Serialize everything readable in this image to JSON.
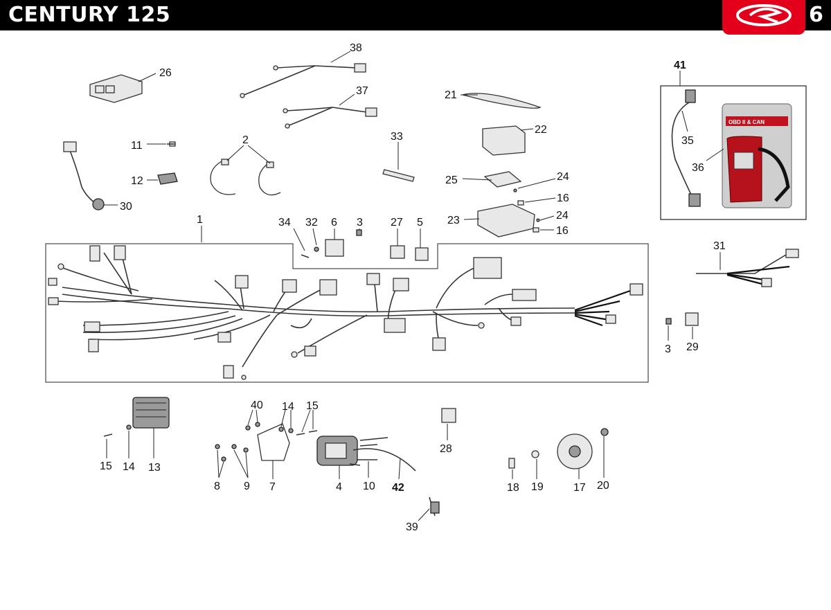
{
  "header": {
    "title": "CENTURY 125",
    "page_number": "6",
    "logo": "brand-logo-r",
    "logo_color": "#e3001b"
  },
  "callouts": {
    "c1": "1",
    "c2": "2",
    "c3a": "3",
    "c3b": "3",
    "c4": "4",
    "c5": "5",
    "c6": "6",
    "c7": "7",
    "c8": "8",
    "c9": "9",
    "c10": "10",
    "c11": "11",
    "c12": "12",
    "c13": "13",
    "c14a": "14",
    "c14b": "14",
    "c15a": "15",
    "c15b": "15",
    "c16a": "16",
    "c16b": "16",
    "c17": "17",
    "c18": "18",
    "c19": "19",
    "c20": "20",
    "c21": "21",
    "c22": "22",
    "c23": "23",
    "c24a": "24",
    "c24b": "24",
    "c25": "25",
    "c26": "26",
    "c27": "27",
    "c28": "28",
    "c29": "29",
    "c30": "30",
    "c31": "31",
    "c32": "32",
    "c33": "33",
    "c34": "34",
    "c35": "35",
    "c36": "36",
    "c37": "37",
    "c38": "38",
    "c39": "39",
    "c40": "40",
    "c41": "41",
    "c42": "42"
  },
  "diagnostic_tool": {
    "label": "OBD II & CAN"
  }
}
